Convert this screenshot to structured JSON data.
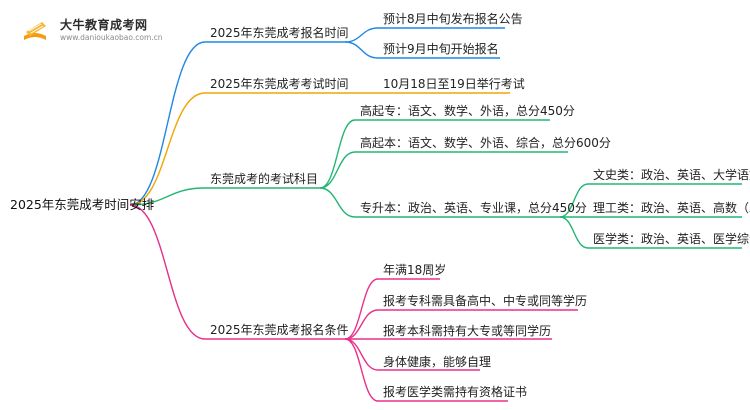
{
  "logo": {
    "title": "大牛教育成考网",
    "url": "www.danioukaobao.com.cn"
  },
  "colors": {
    "blue": "#1e88e5",
    "orange": "#f0a500",
    "green": "#22b573",
    "pink": "#e8308a"
  },
  "root": {
    "label": "2025年东莞成考时间安排"
  },
  "branches": [
    {
      "label": "2025年东莞成考报名时间",
      "color": "blue",
      "children": [
        {
          "label": "预计8月中旬发布报名公告"
        },
        {
          "label": "预计9月中旬开始报名"
        }
      ]
    },
    {
      "label": "2025年东莞成考考试时间",
      "color": "orange",
      "children": [
        {
          "label": "10月18日至19日举行考试"
        }
      ]
    },
    {
      "label": "东莞成考的考试科目",
      "color": "green",
      "children": [
        {
          "label": "高起专：语文、数学、外语，总分450分"
        },
        {
          "label": "高起本：语文、数学、外语、综合，总分600分"
        },
        {
          "label": "专升本：政治、英语、专业课，总分450分",
          "children": [
            {
              "label": "文史类：政治、英语、大学语文"
            },
            {
              "label": "理工类：政治、英语、高数（二）"
            },
            {
              "label": "医学类：政治、英语、医学综合"
            }
          ]
        }
      ]
    },
    {
      "label": "2025年东莞成考报名条件",
      "color": "pink",
      "children": [
        {
          "label": "年满18周岁"
        },
        {
          "label": "报考专科需具备高中、中专或同等学历"
        },
        {
          "label": "报考本科需持有大专或等同学历"
        },
        {
          "label": "身体健康，能够自理"
        },
        {
          "label": "报考医学类需持有资格证书"
        }
      ]
    }
  ]
}
